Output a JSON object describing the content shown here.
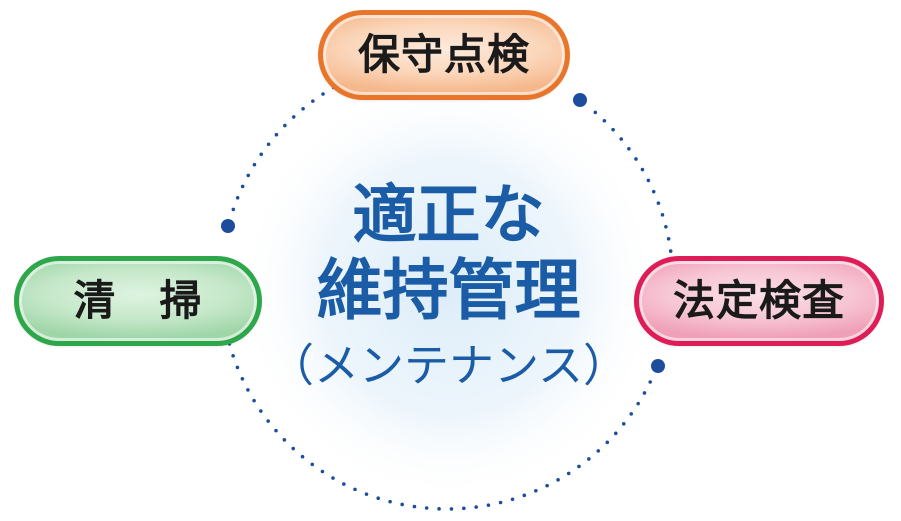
{
  "center": {
    "line1": "適正な",
    "line2": "維持管理",
    "line3": "（メンテナンス）"
  },
  "nodes": {
    "top": {
      "label": "保守点検"
    },
    "left": {
      "label": "清　掃"
    },
    "right": {
      "label": "法定検査"
    }
  },
  "colors": {
    "ring": "#1d4e9e",
    "text_blue": "#1a5ca6",
    "top_border": "#e8752a",
    "left_border": "#2ea64a",
    "right_border": "#de1d58",
    "glow": "#dcedf9"
  }
}
